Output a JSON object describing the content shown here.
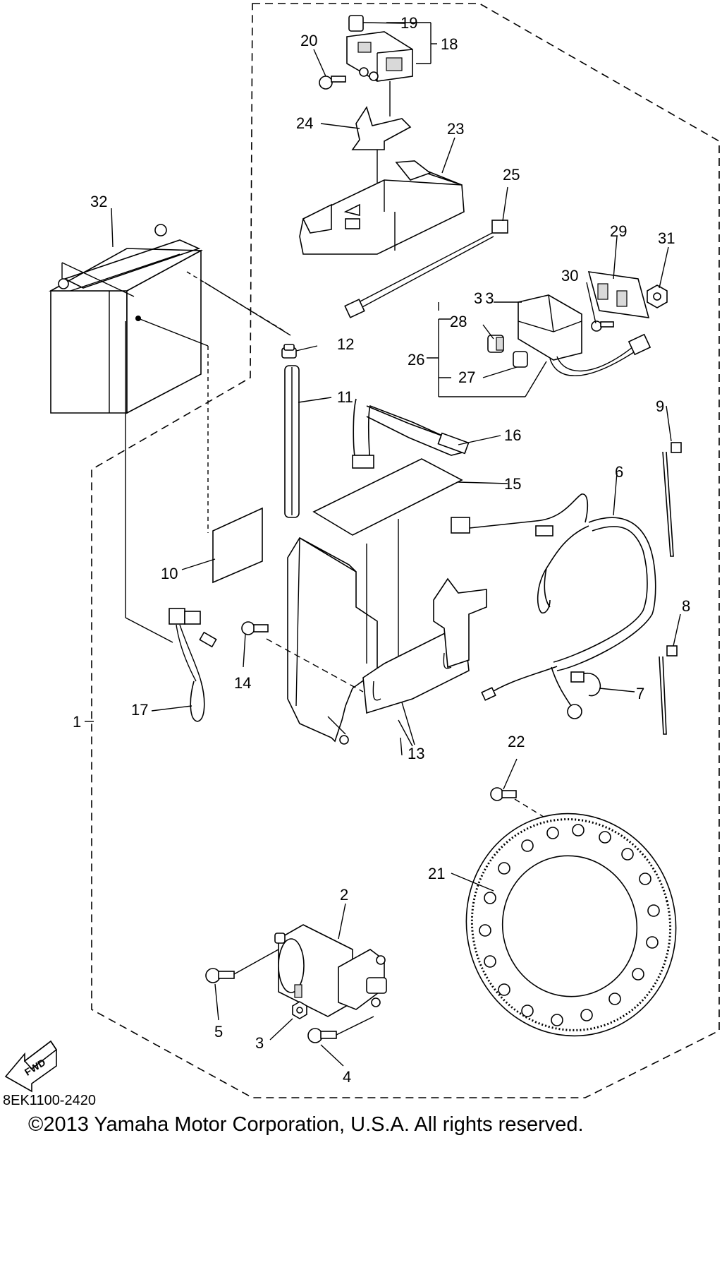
{
  "diagram": {
    "callouts": [
      "1",
      "2",
      "3",
      "4",
      "5",
      "6",
      "7",
      "8",
      "9",
      "10",
      "11",
      "12",
      "13",
      "14",
      "15",
      "16",
      "17",
      "18",
      "19",
      "20",
      "21",
      "22",
      "23",
      "24",
      "25",
      "26",
      "27",
      "28",
      "29",
      "30",
      "31",
      "32",
      "33"
    ],
    "fwd_label": "FWD",
    "drawing_number": "8EK1100-2420",
    "copyright": "©2013 Yamaha Motor Corporation, U.S.A. All rights reserved."
  }
}
